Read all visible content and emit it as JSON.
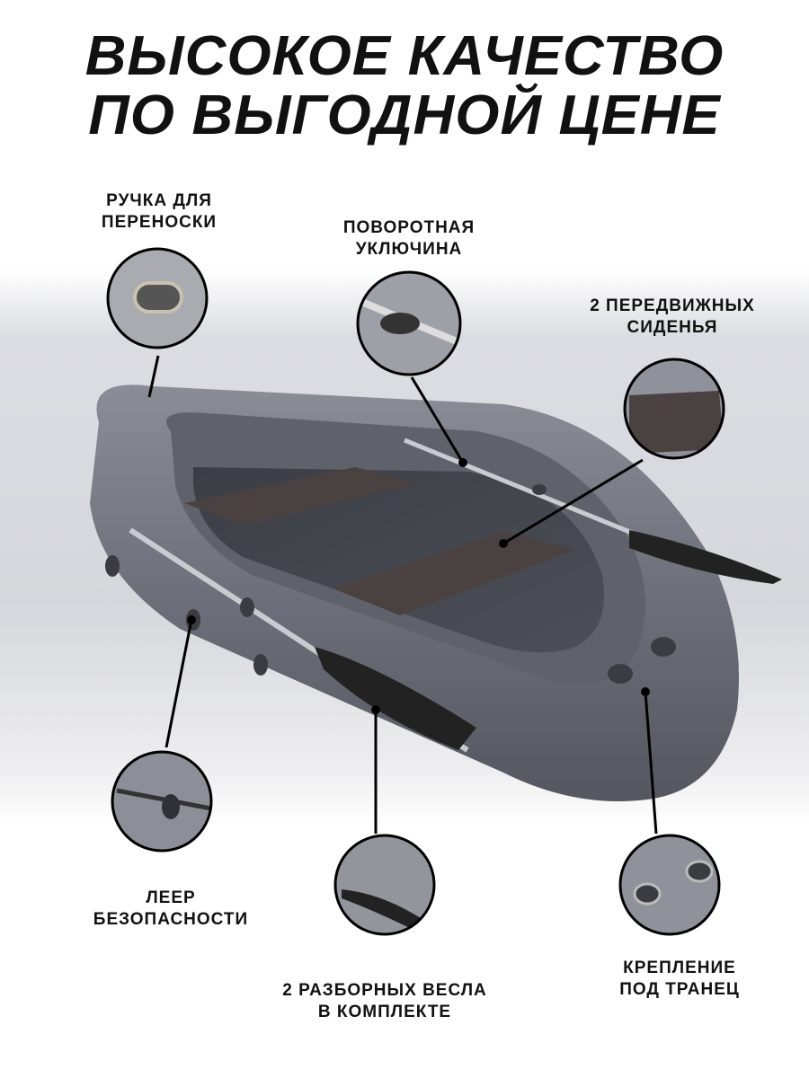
{
  "title": {
    "line1": "ВЫСОКОЕ КАЧЕСТВО",
    "line2": "ПО ВЫГОДНОЙ ЦЕНЕ"
  },
  "features": {
    "handle": {
      "line1": "РУЧКА ДЛЯ",
      "line2": "ПЕРЕНОСКИ"
    },
    "oarlock": {
      "line1": "ПОВОРОТНАЯ",
      "line2": "УКЛЮЧИНА"
    },
    "seats": {
      "line1": "2 ПЕРЕДВИЖНЫХ",
      "line2": "СИДЕНЬЯ"
    },
    "lifeline": {
      "line1": "ЛЕЕР",
      "line2": "БЕЗОПАСНОСТИ"
    },
    "oars": {
      "line1": "2 РАЗБОРНЫХ ВЕСЛА",
      "line2": "В КОМПЛЕКТЕ"
    },
    "transom": {
      "line1": "КРЕПЛЕНИЕ",
      "line2": "ПОД ТРАНЕЦ"
    }
  },
  "colors": {
    "boat": "#6b6e78",
    "seat": "#4a4240",
    "text": "#111111"
  }
}
